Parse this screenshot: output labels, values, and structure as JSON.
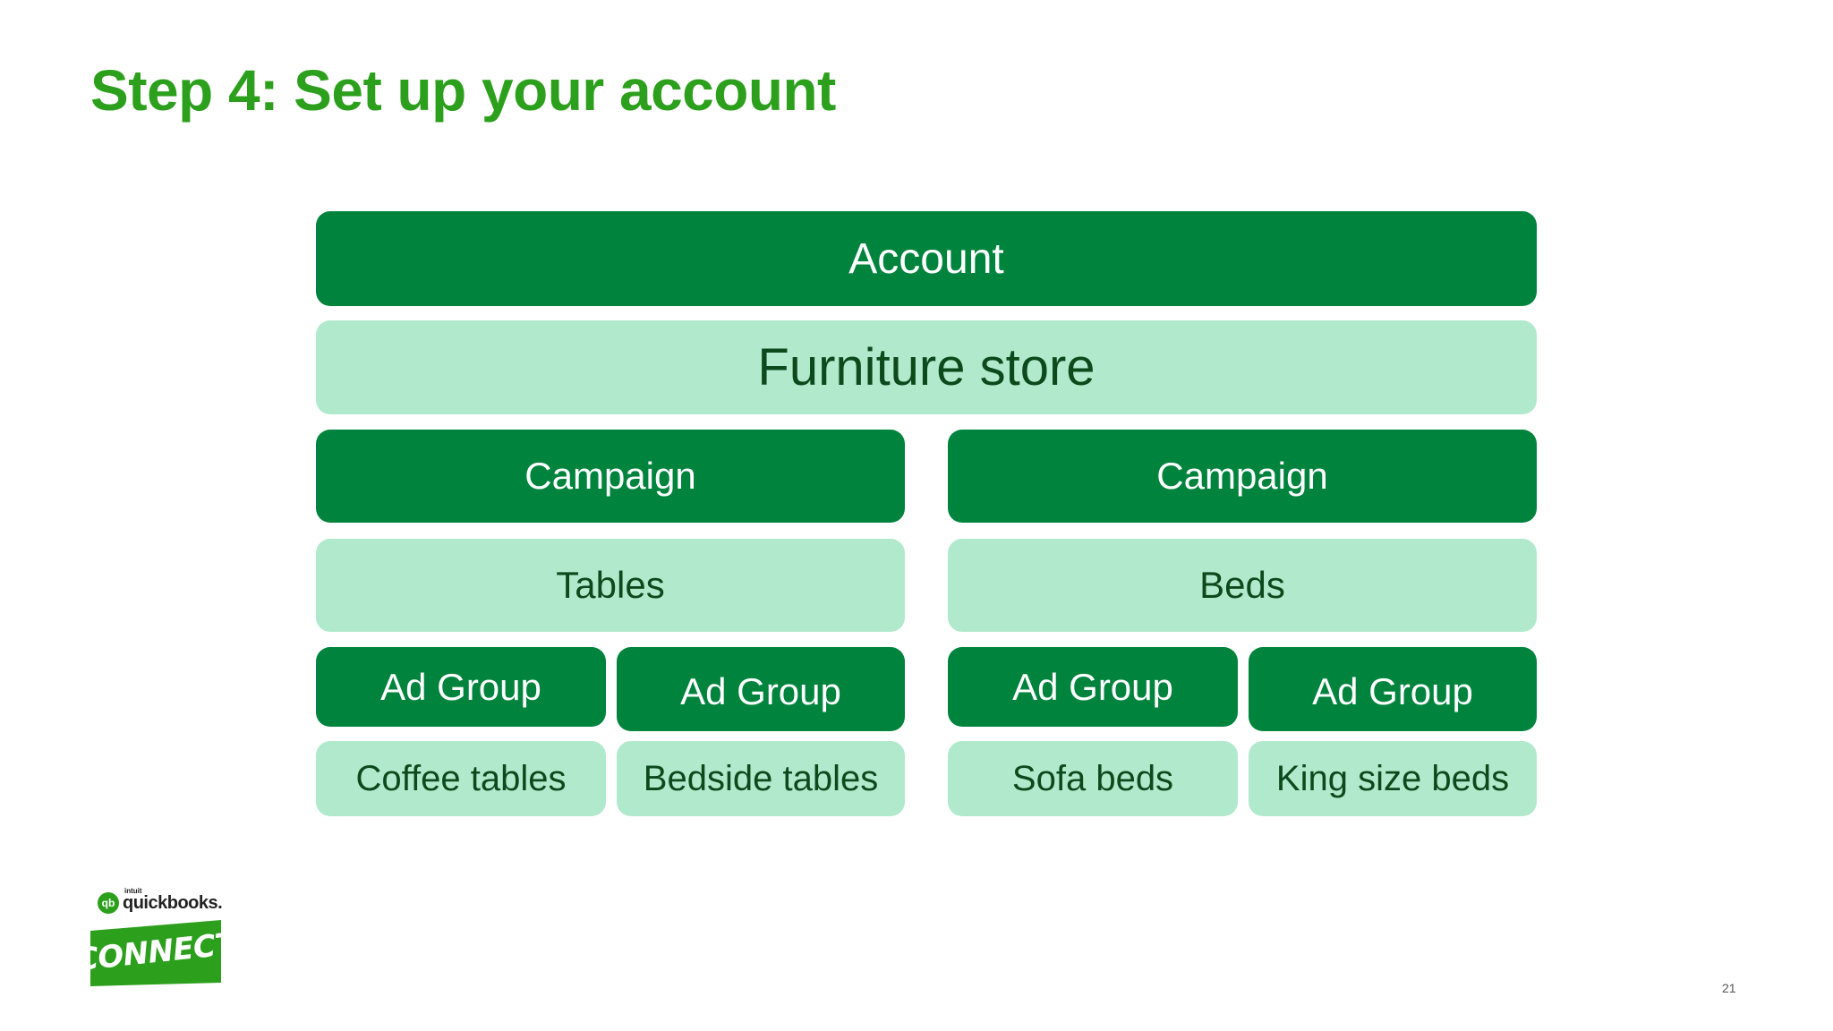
{
  "slide": {
    "title": "Step 4: Set up your account",
    "page_number": "21"
  },
  "colors": {
    "title": "#2ca01c",
    "dark_green": "#00843d",
    "light_green": "#b1e9cd",
    "dark_text": "#0c4a1c",
    "logo_green": "#2ca01c"
  },
  "hierarchy": {
    "account": {
      "label": "Account",
      "name": "Furniture store"
    },
    "campaigns": [
      {
        "label": "Campaign",
        "name": "Tables",
        "ad_groups": [
          {
            "label": "Ad Group",
            "name": "Coffee tables"
          },
          {
            "label": "Ad Group",
            "name": "Bedside tables"
          }
        ]
      },
      {
        "label": "Campaign",
        "name": "Beds",
        "ad_groups": [
          {
            "label": "Ad Group",
            "name": "Sofa beds"
          },
          {
            "label": "Ad Group",
            "name": "King size beds"
          }
        ]
      }
    ]
  },
  "logo": {
    "brand_small": "intuit",
    "brand": "quickbooks.",
    "event": "CONNECT",
    "mark": "qb"
  }
}
